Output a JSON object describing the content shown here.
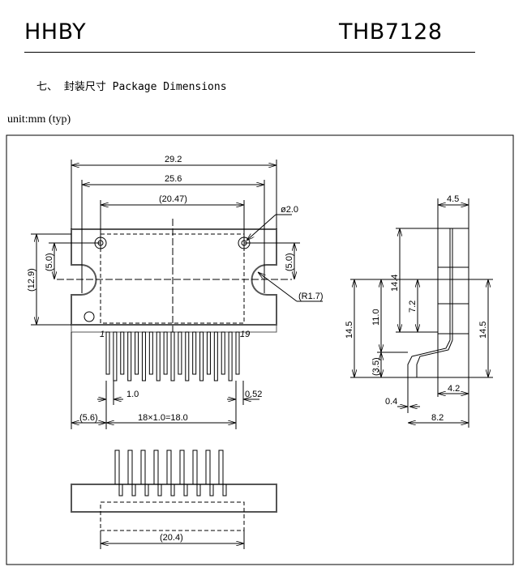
{
  "header": {
    "left": "HHBY",
    "right": "THB7128"
  },
  "section_title": "七、 封装尺寸 Package Dimensions",
  "unit_note": "unit:mm (typ)",
  "drawing": {
    "top_view": {
      "width_overall": "29.2",
      "width_hole_span": "25.6",
      "hole_pitch": "(20.47)",
      "hole_diameter": "ø2.0",
      "hole_offset_left": "(5.0)",
      "hole_offset_right": "(5.0)",
      "body_height": "(12.9)",
      "notch_radius": "(R1.7)",
      "pin_first": "1",
      "pin_last": "19",
      "pin_pitch": "1.0",
      "pin_width": "0.52",
      "pin_offset": "(5.6)",
      "pin_span": "18×1.0=18.0"
    },
    "side_view": {
      "thickness": "4.5",
      "body_height": "14.4",
      "half_height": "7.2",
      "total_height_left": "14.5",
      "lead_height": "11.0",
      "lead_bend": "(3.5)",
      "total_height_right": "14.5",
      "lead_offset": "4.2",
      "lead_thickness": "0.4",
      "overall_depth": "8.2"
    },
    "bottom_view": {
      "span": "(20.4)"
    }
  }
}
